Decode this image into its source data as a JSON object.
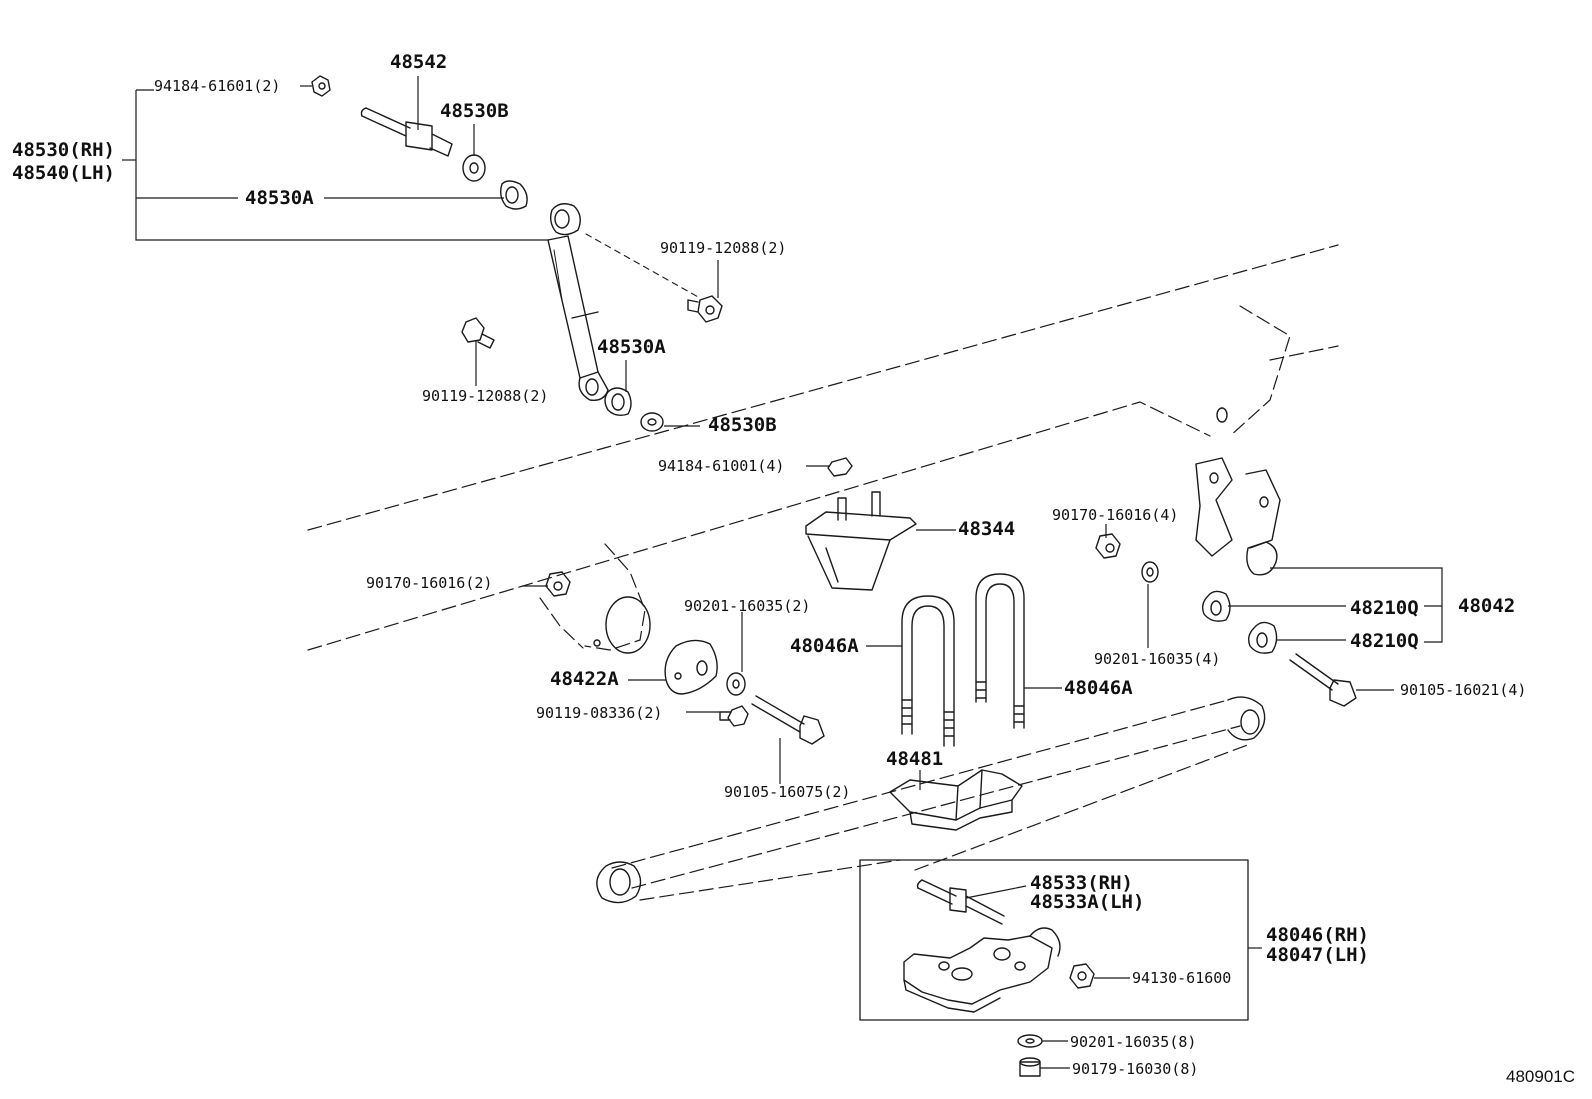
{
  "diagram": {
    "drawing_id": "480901C",
    "labels": {
      "p94184_61601": "94184-61601(2)",
      "p48542": "48542",
      "p48530b_top": "48530B",
      "p48530_rh": "48530(RH)",
      "p48540_lh": "48540(LH)",
      "p48530a_top": "48530A",
      "p90119_12088_r": "90119-12088(2)",
      "p90119_12088_l": "90119-12088(2)",
      "p48530a_mid": "48530A",
      "p48530b_mid": "48530B",
      "p94184_61001": "94184-61001(4)",
      "p48344": "48344",
      "p90170_16016_r": "90170-16016(4)",
      "p90170_16016_l": "90170-16016(2)",
      "p90201_16035_2": "90201-16035(2)",
      "p48046a_l": "48046A",
      "p48046a_r": "48046A",
      "p90201_16035_4": "90201-16035(4)",
      "p48210q_1": "48210Q",
      "p48210q_2": "48210Q",
      "p48042": "48042",
      "p90105_16021": "90105-16021(4)",
      "p48422a": "48422A",
      "p90119_08336": "90119-08336(2)",
      "p90105_16075": "90105-16075(2)",
      "p48481": "48481",
      "p48533_rh": "48533(RH)",
      "p48533a_lh": "48533A(LH)",
      "p48046_rh": "48046(RH)",
      "p48047_lh": "48047(LH)",
      "p94130_61600": "94130-61600",
      "p90201_16035_8": "90201-16035(8)",
      "p90179_16030": "90179-16030(8)"
    }
  }
}
